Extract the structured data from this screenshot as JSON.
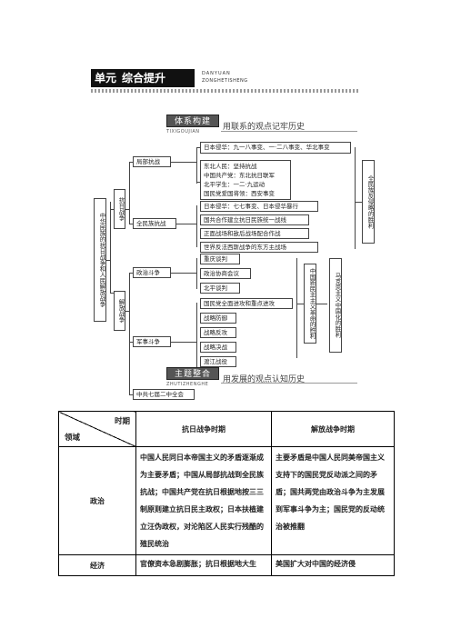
{
  "unit": {
    "badge": "单元",
    "title": "综合提升",
    "pinyin1": "DANYUAN",
    "pinyin2": "ZONGHETISHENG"
  },
  "section1": {
    "tag": "体系构建",
    "pinyin": "TIXIGOUJIAN",
    "subtitle": "用联系的观点记牢历史"
  },
  "section2": {
    "tag": "主题整合",
    "pinyin": "ZHUTIZHENGHE",
    "subtitle": "用发展的观点认知历史"
  },
  "diagram": {
    "root": "中华民族的抗日战争和人民解放战争",
    "anti_japan": "抗日战争",
    "liberation": "解放战争",
    "local_war": "局部抗战",
    "full_war": "全民族抗战",
    "political": "政治斗争",
    "military": "军事斗争",
    "plenum": "中共七届二中全会",
    "local_items": [
      "日本侵华：九一八事变、一·二八事变、华北事变",
      "东北人民：坚持抗战",
      "中国共产党：东北抗日联军",
      "北平学生：一二·九运动",
      "国民党爱国将领：西安事变"
    ],
    "full_items": [
      "日本侵华：七七事变、日本侵华暴行",
      "国共合作建立抗日民族统一战线",
      "正面战场和敌后战场配合作战",
      "世界反法西斯战争的东方主战场"
    ],
    "political_items": [
      "重庆谈判",
      "政治协商会议",
      "北平谈判"
    ],
    "military_items": [
      "国民党全面进攻和重点进攻",
      "战略防御",
      "战略反攻",
      "战略决战",
      "渡江战役"
    ],
    "victory_anti_japan": "全民族反侵略的胜利",
    "victory_new_democracy": "中国新民主主义革命的胜利",
    "marxism": "马克思主义中国化的胜利"
  },
  "table": {
    "corner_period": "时期",
    "corner_field": "领域",
    "col1": "抗日战争时期",
    "col2": "解放战争时期",
    "rows": [
      {
        "label": "政治",
        "c1": "中国人民同日本帝国主义的矛盾逐渐成为主要矛盾；中国从局部抗战到全民族抗战；中国共产党在抗日根据地按三三制原则建立抗日民主政权；日本扶植建立汪伪政权，对沦陷区人民实行残酷的殖民统治",
        "c2": "主要矛盾是中国人民同美帝国主义支持下的国民党反动派之间的矛盾；国共两党由政治斗争为主发展到军事斗争为主；国民党的反动统治被推翻"
      },
      {
        "label": "经济",
        "c1": "官僚资本急剧膨胀；抗日根据地大生",
        "c2": "美国扩大对中国的经济侵"
      }
    ]
  }
}
